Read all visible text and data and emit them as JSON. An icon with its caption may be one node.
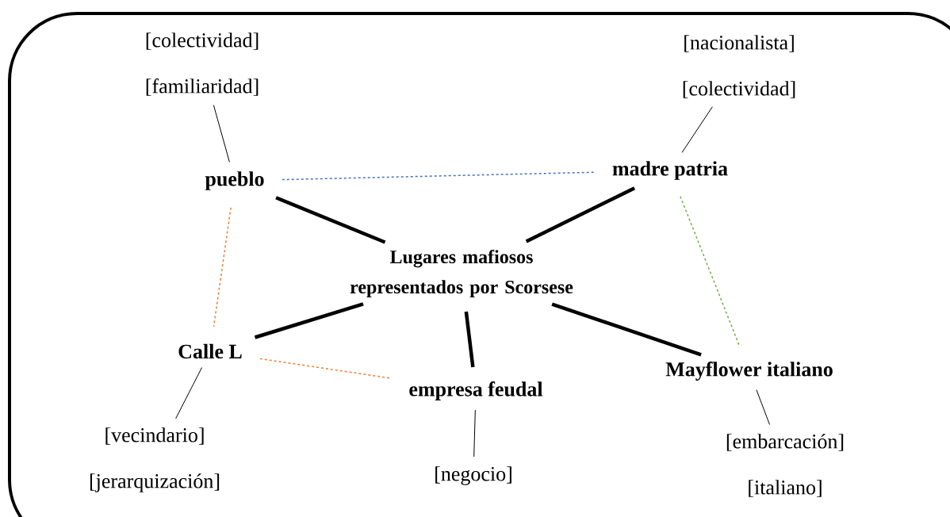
{
  "diagram": {
    "nodes": [
      {
        "text": [
          "Lugares mafiosos representados por Scorsese"
        ]
      },
      {
        "text": [
          "pueblo"
        ]
      },
      {
        "text": [
          "madre patria"
        ]
      },
      {
        "text": [
          "Calle L"
        ]
      },
      {
        "text": [
          "empresa feudal"
        ]
      },
      {
        "text": [
          "Mayflower italiano"
        ]
      },
      {
        "text": [
          "[colectividad]",
          "[familiaridad]"
        ]
      },
      {
        "text": [
          "[nacionalista]",
          "[colectividad]"
        ]
      },
      {
        "text": [
          "[vecindario]",
          "[jerarquización]"
        ]
      },
      {
        "text": [
          "[negocio]"
        ]
      },
      {
        "text": [
          "[embarcación]",
          "[italiano]"
        ]
      }
    ],
    "edges": [
      {
        "from": 0,
        "to": 1,
        "arrow": "none",
        "style": "thick"
      },
      {
        "from": 0,
        "to": 2,
        "arrow": "none",
        "style": "thick"
      },
      {
        "from": 0,
        "to": 3,
        "arrow": "none",
        "style": "thick"
      },
      {
        "from": 0,
        "to": 4,
        "arrow": "none",
        "style": "thick"
      },
      {
        "from": 0,
        "to": 5,
        "arrow": "none",
        "style": "thick"
      },
      {
        "from": 1,
        "to": 6,
        "arrow": "none"
      },
      {
        "from": 2,
        "to": 7,
        "arrow": "none"
      },
      {
        "from": 3,
        "to": 8,
        "arrow": "none"
      },
      {
        "from": 4,
        "to": 9,
        "arrow": "none"
      },
      {
        "from": 5,
        "to": 10,
        "arrow": "none"
      },
      {
        "from": 1,
        "to": 2,
        "arrow": "none",
        "style": "dashed",
        "color": "#4472c4"
      },
      {
        "from": 1,
        "to": 3,
        "arrow": "none",
        "style": "dashed",
        "color": "#ed7d31"
      },
      {
        "from": 3,
        "to": 4,
        "arrow": "none",
        "style": "dashed",
        "color": "#ed7d31"
      },
      {
        "from": 2,
        "to": 5,
        "arrow": "none",
        "style": "dashed",
        "color": "#70ad47"
      }
    ]
  }
}
